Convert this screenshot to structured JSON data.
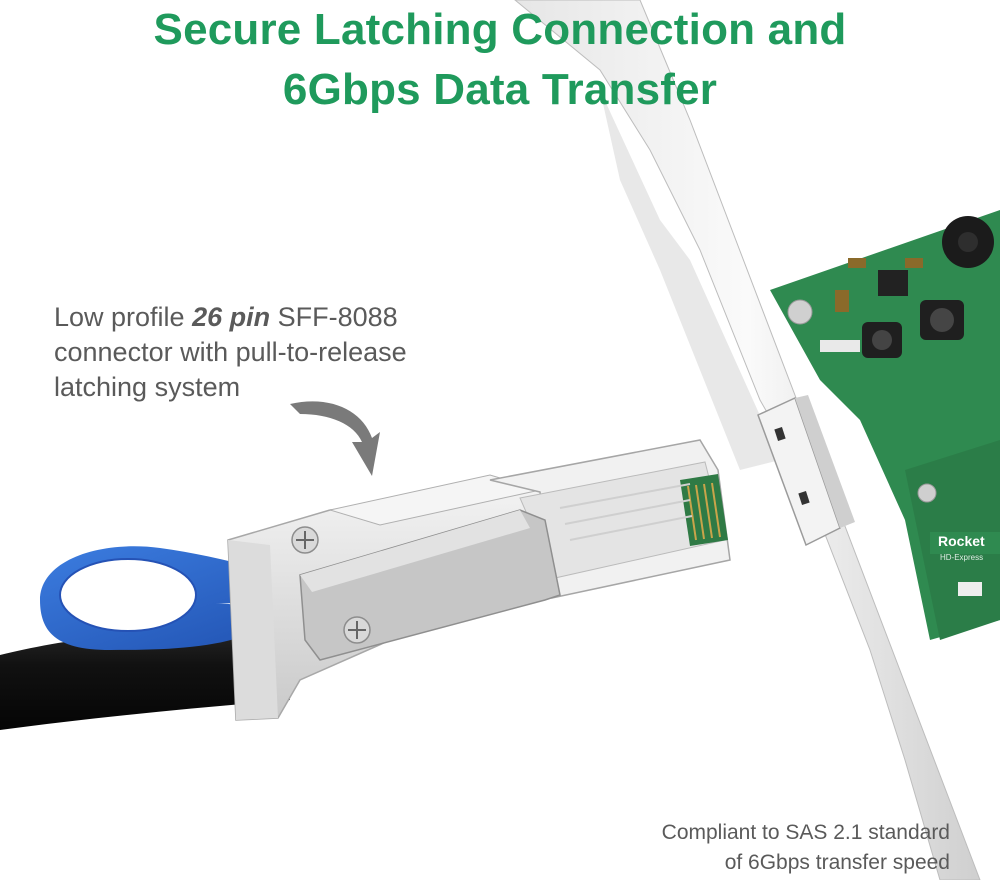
{
  "headline": {
    "line1": "Secure Latching Connection and",
    "line2": "6Gbps Data Transfer"
  },
  "callout_top": {
    "prefix": "Low profile ",
    "emphasis": "26 pin",
    "suffix": " SFF-8088 connector with pull-to-release latching system"
  },
  "callout_bottom": {
    "line1": "Compliant to SAS 2.1 standard",
    "line2": "of 6Gbps transfer speed"
  },
  "card_label": "Rocket",
  "card_sublabel": "HD-Express",
  "colors": {
    "headline": "#1f9a5c",
    "text": "#5a5a5a",
    "pcb": "#2f8a50",
    "pull_tab": "#2a63c9"
  }
}
